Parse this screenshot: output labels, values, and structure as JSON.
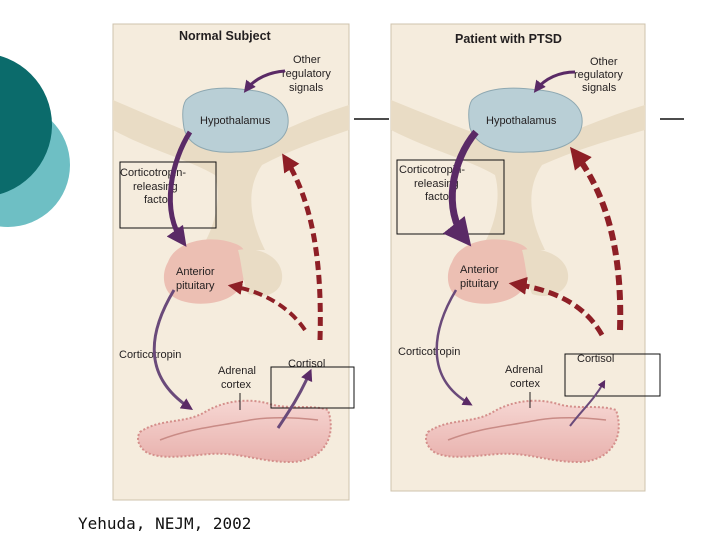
{
  "citation": "Yehuda, NEJM, 2002",
  "panels": {
    "normal": {
      "title": "Normal Subject",
      "other_signals": [
        "Other",
        "regulatory",
        "signals"
      ],
      "hypothalamus": "Hypothalamus",
      "crf": [
        "Corticotropin-",
        "releasing",
        "factor"
      ],
      "pituitary": [
        "Anterior",
        "pituitary"
      ],
      "corticotropin": "Corticotropin",
      "adrenal": [
        "Adrenal",
        "cortex"
      ],
      "cortisol": "Cortisol"
    },
    "ptsd": {
      "title": "Patient with PTSD",
      "other_signals": [
        "Other",
        "regulatory",
        "signals"
      ],
      "hypothalamus": "Hypothalamus",
      "crf": [
        "Corticotropin-",
        "releasing",
        "factor"
      ],
      "pituitary": [
        "Anterior",
        "pituitary"
      ],
      "corticotropin": "Corticotropin",
      "adrenal": [
        "Adrenal",
        "cortex"
      ],
      "cortisol": "Cortisol"
    }
  },
  "colors": {
    "slide_teal_dark": "#0b6b6b",
    "slide_teal_light": "#6ebfc4",
    "panel_bg": "#f5ecdd",
    "brain_tissue": "#e9dcc5",
    "hypothalamus": "#b9cfd6",
    "pituitary": "#ecbfb3",
    "adrenal": "#f2c9c6",
    "stimulatory_arrow": "#5a2a66",
    "feedback_arrow": "#8e1f26"
  }
}
